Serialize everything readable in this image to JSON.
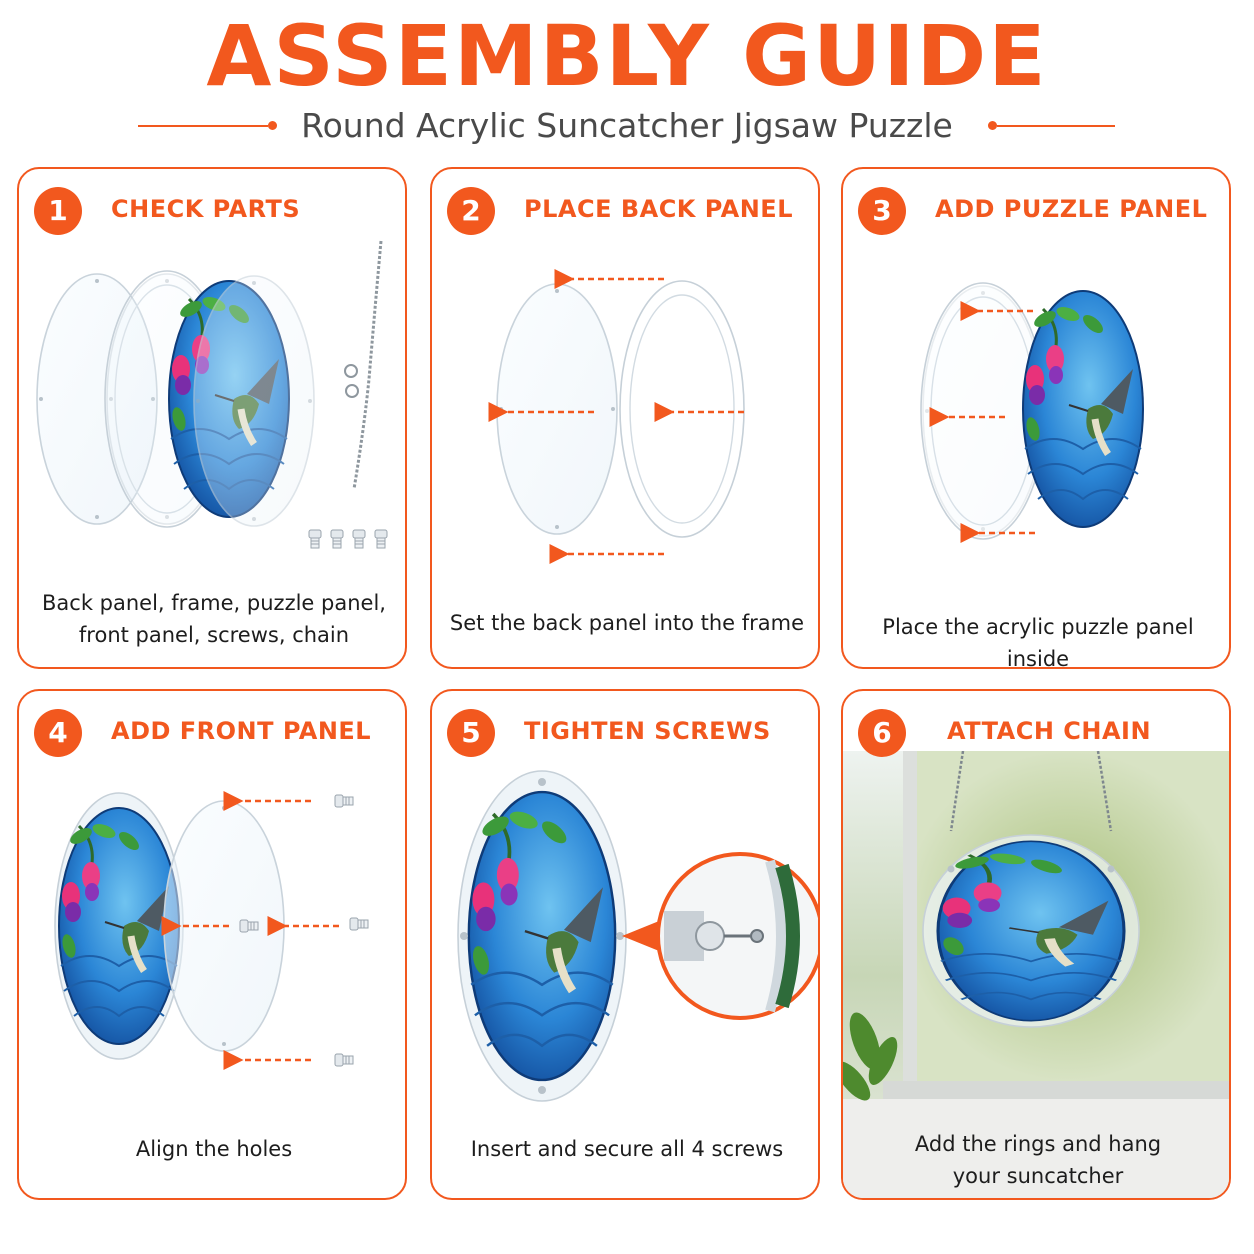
{
  "header": {
    "title": "ASSEMBLY GUIDE",
    "subtitle": "Round Acrylic Suncatcher Jigsaw Puzzle"
  },
  "colors": {
    "accent": "#f2581e",
    "text": "#1d1d1d",
    "subtitle": "#4a4a4a"
  },
  "steps": [
    {
      "number": "1",
      "title": "CHECK PARTS",
      "caption_line1": "Back panel, frame, puzzle panel,",
      "caption_line2": "front panel, screws, chain",
      "icons": [
        "back-panel-icon",
        "frame-icon",
        "puzzle-panel-icon",
        "chain-icon",
        "screws-icon"
      ]
    },
    {
      "number": "2",
      "title": "PLACE BACK PANEL",
      "caption_line1": "Set the back panel into the frame",
      "icons": [
        "back-panel-icon",
        "frame-icon",
        "arrow-left-icon"
      ]
    },
    {
      "number": "3",
      "title": "ADD PUZZLE PANEL",
      "caption_line1": "Place the acrylic puzzle panel inside",
      "icons": [
        "frame-icon",
        "puzzle-panel-icon",
        "arrow-left-icon"
      ]
    },
    {
      "number": "4",
      "title": "ADD FRONT PANEL",
      "caption_line1": "Align the holes",
      "icons": [
        "puzzle-panel-icon",
        "front-panel-icon",
        "screw-icon",
        "arrow-left-icon"
      ]
    },
    {
      "number": "5",
      "title": "TIGHTEN SCREWS",
      "caption_line1": "Insert and secure all 4 screws",
      "icons": [
        "assembled-suncatcher-icon",
        "magnified-screw-icon"
      ]
    },
    {
      "number": "6",
      "title": "ATTACH CHAIN",
      "caption_line1": "Add the rings and hang",
      "caption_line2": "your suncatcher",
      "icons": [
        "window-icon",
        "chain-icon",
        "hanging-suncatcher-icon",
        "plant-icon"
      ]
    }
  ]
}
